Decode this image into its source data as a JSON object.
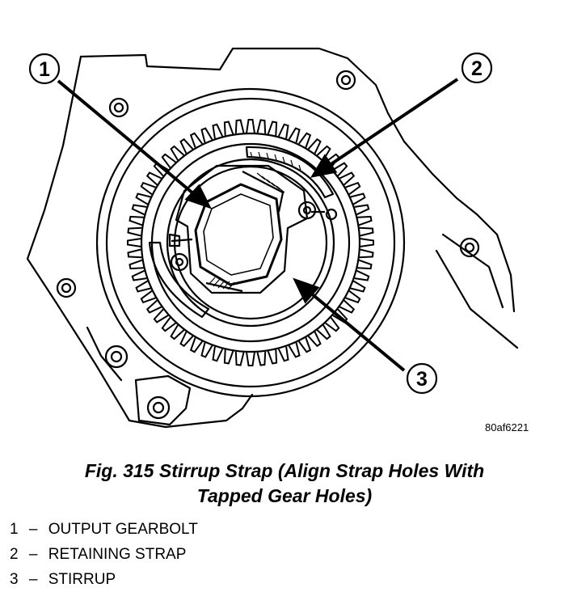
{
  "callouts": [
    {
      "number": "1"
    },
    {
      "number": "2"
    },
    {
      "number": "3"
    }
  ],
  "figure_id": "80af6221",
  "caption": {
    "line1": "Fig. 315 Stirrup Strap (Align Strap Holes With",
    "line2": "Tapped Gear Holes)"
  },
  "legend": [
    {
      "number": "1",
      "separator": "–",
      "label": "OUTPUT GEARBOLT"
    },
    {
      "number": "2",
      "separator": "–",
      "label": "RETAINING STRAP"
    },
    {
      "number": "3",
      "separator": "–",
      "label": "STIRRUP"
    }
  ],
  "colors": {
    "ink": "#000000",
    "paper": "#ffffff"
  }
}
